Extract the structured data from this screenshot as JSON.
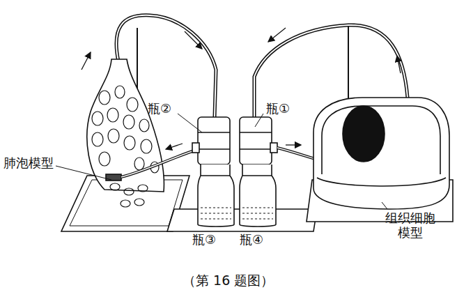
{
  "diagram": {
    "caption": "（第 16 题图）",
    "labels": [
      "瓶②",
      "瓶①",
      "肺泡模型",
      "瓶③",
      "瓶④",
      "组织细胞模型"
    ]
  }
}
